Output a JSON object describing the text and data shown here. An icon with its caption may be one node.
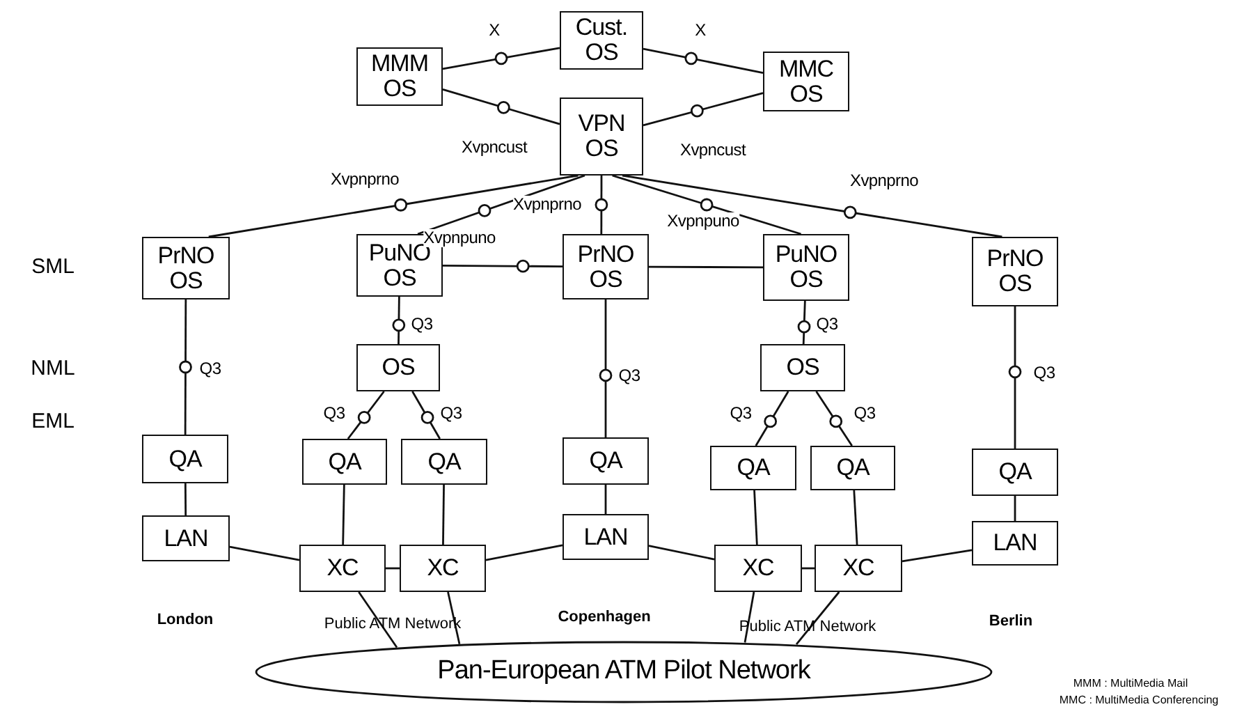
{
  "diagram": {
    "nodes": [
      {
        "text": [
          "Cust. OS"
        ]
      },
      {
        "text": [
          "MMM OS"
        ]
      },
      {
        "text": [
          "MMC OS"
        ]
      },
      {
        "text": [
          "VPN OS"
        ]
      },
      {
        "text": [
          "PrNO OS"
        ]
      },
      {
        "text": [
          "PuNO OS"
        ]
      },
      {
        "text": [
          "PrNO OS"
        ]
      },
      {
        "text": [
          "PuNO OS"
        ]
      },
      {
        "text": [
          "PrNO OS"
        ]
      },
      {
        "text": [
          "OS"
        ]
      },
      {
        "text": [
          "OS"
        ]
      },
      {
        "text": [
          "QA"
        ]
      },
      {
        "text": [
          "QA"
        ]
      },
      {
        "text": [
          "QA"
        ]
      },
      {
        "text": [
          "QA"
        ]
      },
      {
        "text": [
          "QA"
        ]
      },
      {
        "text": [
          "QA"
        ]
      },
      {
        "text": [
          "QA"
        ]
      },
      {
        "text": [
          "LAN"
        ]
      },
      {
        "text": [
          "XC"
        ]
      },
      {
        "text": [
          "XC"
        ]
      },
      {
        "text": [
          "LAN"
        ]
      },
      {
        "text": [
          "XC"
        ]
      },
      {
        "text": [
          "XC"
        ]
      },
      {
        "text": [
          "LAN"
        ]
      },
      {
        "text": [
          "Pan-European ATM Pilot Network"
        ]
      }
    ],
    "edges": [
      {
        "from": 1,
        "to": 0,
        "arrow": "none",
        "label": "X"
      },
      {
        "from": 0,
        "to": 2,
        "arrow": "none",
        "label": "X"
      },
      {
        "from": 1,
        "to": 3,
        "arrow": "none",
        "label": "Xvpncust"
      },
      {
        "from": 3,
        "to": 2,
        "arrow": "none",
        "label": "Xvpncust"
      },
      {
        "from": 3,
        "to": 4,
        "arrow": "none",
        "label": "Xvpnprno"
      },
      {
        "from": 3,
        "to": 5,
        "arrow": "none",
        "label": "Xvpnpuno"
      },
      {
        "from": 3,
        "to": 6,
        "arrow": "none",
        "label": "Xvpnprno"
      },
      {
        "from": 3,
        "to": 7,
        "arrow": "none",
        "label": "Xvpnpuno"
      },
      {
        "from": 3,
        "to": 8,
        "arrow": "none",
        "label": "Xvpnprno"
      },
      {
        "from": 5,
        "to": 6,
        "arrow": "none"
      },
      {
        "from": 6,
        "to": 7,
        "arrow": "none"
      },
      {
        "from": 5,
        "to": 9,
        "arrow": "none",
        "label": "Q3"
      },
      {
        "from": 7,
        "to": 10,
        "arrow": "none",
        "label": "Q3"
      },
      {
        "from": 4,
        "to": 11,
        "arrow": "none",
        "label": "Q3"
      },
      {
        "from": 6,
        "to": 14,
        "arrow": "none",
        "label": "Q3"
      },
      {
        "from": 8,
        "to": 17,
        "arrow": "none",
        "label": "Q3"
      },
      {
        "from": 9,
        "to": 12,
        "arrow": "none",
        "label": "Q3"
      },
      {
        "from": 9,
        "to": 13,
        "arrow": "none",
        "label": "Q3"
      },
      {
        "from": 10,
        "to": 15,
        "arrow": "none",
        "label": "Q3"
      },
      {
        "from": 10,
        "to": 16,
        "arrow": "none",
        "label": "Q3"
      },
      {
        "from": 11,
        "to": 18,
        "arrow": "none"
      },
      {
        "from": 12,
        "to": 19,
        "arrow": "none"
      },
      {
        "from": 13,
        "to": 20,
        "arrow": "none"
      },
      {
        "from": 14,
        "to": 21,
        "arrow": "none"
      },
      {
        "from": 15,
        "to": 22,
        "arrow": "none"
      },
      {
        "from": 16,
        "to": 23,
        "arrow": "none"
      },
      {
        "from": 17,
        "to": 24,
        "arrow": "none"
      },
      {
        "from": 18,
        "to": 19,
        "arrow": "none"
      },
      {
        "from": 19,
        "to": 20,
        "arrow": "none"
      },
      {
        "from": 20,
        "to": 21,
        "arrow": "none"
      },
      {
        "from": 21,
        "to": 22,
        "arrow": "none"
      },
      {
        "from": 22,
        "to": 23,
        "arrow": "none"
      },
      {
        "from": 23,
        "to": 24,
        "arrow": "none"
      },
      {
        "from": 19,
        "to": 25,
        "arrow": "none"
      },
      {
        "from": 20,
        "to": 25,
        "arrow": "none"
      },
      {
        "from": 22,
        "to": 25,
        "arrow": "none"
      },
      {
        "from": 23,
        "to": 25,
        "arrow": "none"
      }
    ],
    "labels": [
      "SML",
      "NML",
      "EML",
      "London",
      "Public ATM Network",
      "Copenhagen",
      "Public ATM Network",
      "Berlin",
      "MMM : MultiMedia Mail",
      "MMC : MultiMedia Conferencing"
    ]
  }
}
